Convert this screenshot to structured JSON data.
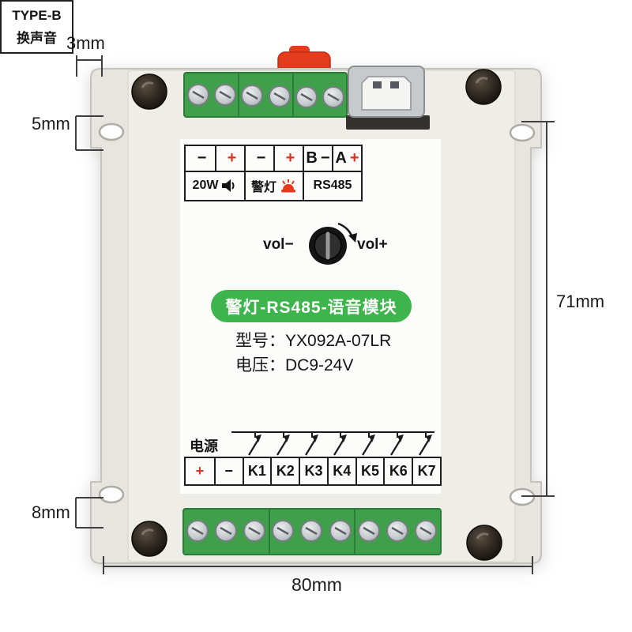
{
  "dimensions": {
    "top_left": "3mm",
    "left_upper": "5mm",
    "right_side": "71mm",
    "left_lower": "8mm",
    "bottom": "80mm"
  },
  "panel": {
    "row1": [
      {
        "pre": "",
        "sign": "−"
      },
      {
        "pre": "",
        "sign": "+"
      },
      {
        "pre": "",
        "sign": "−"
      },
      {
        "pre": "",
        "sign": "+"
      },
      {
        "pre": "B",
        "sign": "−"
      },
      {
        "pre": "A",
        "sign": "+"
      }
    ],
    "row2": {
      "watt": "20W",
      "alarm": "警灯",
      "bus": "RS485"
    },
    "typeb": {
      "line1": "TYPE-B",
      "line2": "换声音"
    },
    "vol": {
      "minus": "vol−",
      "plus": "vol+"
    },
    "banner": "警灯-RS485-语音模块",
    "model": "型号：YX092A-07LR",
    "voltage": "电压：DC9-24V",
    "power": "电源",
    "bottom_row": [
      "+",
      "−",
      "K1",
      "K2",
      "K3",
      "K4",
      "K5",
      "K6",
      "K7"
    ]
  },
  "icons": {
    "speaker": "speaker-icon",
    "alarm_light": "alarm-light-icon",
    "volume_knob": "volume-knob",
    "usb_port": "usb-type-b-port"
  },
  "colors": {
    "banner_green": "#3eb44c",
    "terminal_green": "#3f9f4b",
    "accent_red": "#e0301e",
    "enclosure": "#e8e5e0"
  }
}
